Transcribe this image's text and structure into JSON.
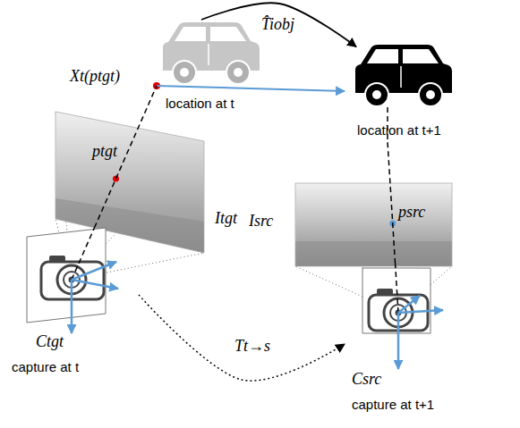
{
  "diagram": {
    "nodes": [
      {
        "text": [
          "location at t"
        ]
      },
      {
        "text": [
          "location at t+1"
        ]
      },
      {
        "text": [
          "ptgt",
          "Itgt"
        ]
      },
      {
        "text": [
          "psrc",
          "Isrc"
        ]
      },
      {
        "text": [
          "Ctgt",
          "capture at t"
        ]
      },
      {
        "text": [
          "Csrc",
          "capture at t+1"
        ]
      }
    ],
    "edges": [
      {
        "from": 0,
        "to": 1,
        "arrow": "to",
        "label": "T̂iobj"
      },
      {
        "from": 0,
        "to": 1,
        "arrow": "to"
      },
      {
        "from": 4,
        "to": 0,
        "arrow": "none"
      },
      {
        "from": 5,
        "to": 1,
        "arrow": "none"
      },
      {
        "from": 4,
        "to": 5,
        "arrow": "to",
        "label": "Tt→s"
      }
    ],
    "labels": [
      "Xt(ptgt)"
    ]
  }
}
